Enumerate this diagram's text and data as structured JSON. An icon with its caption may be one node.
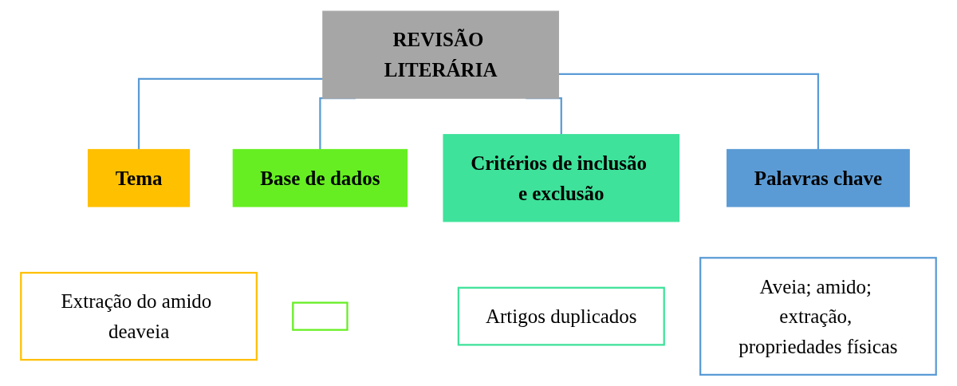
{
  "diagram": {
    "nodes": [
      {
        "text": [
          "REVISÃO LITERÁRIA"
        ]
      },
      {
        "text": [
          "Tema"
        ]
      },
      {
        "text": [
          "Base de dados"
        ]
      },
      {
        "text": [
          "Critérios de inclusão e exclusão"
        ]
      },
      {
        "text": [
          "Palavras chave"
        ]
      },
      {
        "text": [
          "Extração do amido deaveia"
        ]
      },
      {
        "text": [],
        "shape": "box"
      },
      {
        "text": [
          "Artigos duplicados"
        ]
      },
      {
        "text": [
          "Aveia; amido; extração, propriedades físicas"
        ]
      }
    ],
    "edges": [
      {
        "from": 0,
        "to": 1,
        "arrow": "none"
      },
      {
        "from": 0,
        "to": 2,
        "arrow": "none"
      },
      {
        "from": 0,
        "to": 3,
        "arrow": "none"
      },
      {
        "from": 0,
        "to": 4,
        "arrow": "none"
      }
    ]
  }
}
